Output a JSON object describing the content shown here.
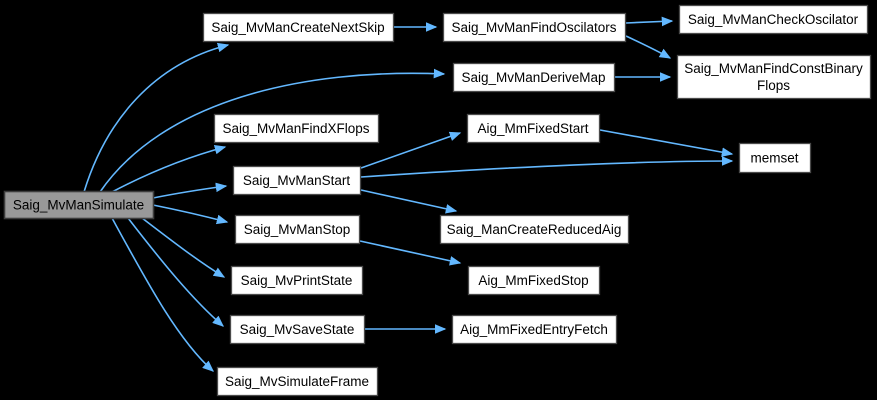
{
  "diagram": {
    "type": "call-graph",
    "colors": {
      "background": "#000000",
      "edge": "#63B8FF",
      "node_fill": "#FFFFFF",
      "node_border": "#4A4A4A",
      "root_fill": "#999999",
      "root_border": "#3D3D3D",
      "text": "#000000"
    },
    "nodes": [
      {
        "id": "simulate",
        "label": "Saig_MvManSimulate",
        "root": true
      },
      {
        "id": "create_next_skip",
        "label": "Saig_MvManCreateNextSkip"
      },
      {
        "id": "find_oscilators",
        "label": "Saig_MvManFindOscilators"
      },
      {
        "id": "check_oscilator",
        "label": "Saig_MvManCheckOscilator"
      },
      {
        "id": "derive_map",
        "label": "Saig_MvManDeriveMap"
      },
      {
        "id": "find_const_binary_flops",
        "label": "Saig_MvManFindConstBinaryFlops",
        "lines": [
          "Saig_MvManFindConstBinary",
          "Flops"
        ]
      },
      {
        "id": "find_x_flops",
        "label": "Saig_MvManFindXFlops"
      },
      {
        "id": "mm_fixed_start",
        "label": "Aig_MmFixedStart"
      },
      {
        "id": "memset",
        "label": "memset"
      },
      {
        "id": "man_start",
        "label": "Saig_MvManStart"
      },
      {
        "id": "man_stop",
        "label": "Saig_MvManStop"
      },
      {
        "id": "create_reduced_aig",
        "label": "Saig_ManCreateReducedAig"
      },
      {
        "id": "print_state",
        "label": "Saig_MvPrintState"
      },
      {
        "id": "mm_fixed_stop",
        "label": "Aig_MmFixedStop"
      },
      {
        "id": "save_state",
        "label": "Saig_MvSaveState"
      },
      {
        "id": "mm_fixed_entry_fetch",
        "label": "Aig_MmFixedEntryFetch"
      },
      {
        "id": "simulate_frame",
        "label": "Saig_MvSimulateFrame"
      }
    ],
    "edges": [
      {
        "from": "simulate",
        "to": "create_next_skip"
      },
      {
        "from": "simulate",
        "to": "derive_map"
      },
      {
        "from": "simulate",
        "to": "find_x_flops"
      },
      {
        "from": "simulate",
        "to": "man_start"
      },
      {
        "from": "simulate",
        "to": "man_stop"
      },
      {
        "from": "simulate",
        "to": "print_state"
      },
      {
        "from": "simulate",
        "to": "save_state"
      },
      {
        "from": "simulate",
        "to": "simulate_frame"
      },
      {
        "from": "create_next_skip",
        "to": "find_oscilators"
      },
      {
        "from": "find_oscilators",
        "to": "check_oscilator"
      },
      {
        "from": "find_oscilators",
        "to": "find_const_binary_flops"
      },
      {
        "from": "derive_map",
        "to": "find_const_binary_flops"
      },
      {
        "from": "man_start",
        "to": "mm_fixed_start"
      },
      {
        "from": "man_start",
        "to": "memset"
      },
      {
        "from": "man_start",
        "to": "create_reduced_aig"
      },
      {
        "from": "mm_fixed_start",
        "to": "memset"
      },
      {
        "from": "man_stop",
        "to": "mm_fixed_stop"
      },
      {
        "from": "save_state",
        "to": "mm_fixed_entry_fetch"
      }
    ]
  }
}
